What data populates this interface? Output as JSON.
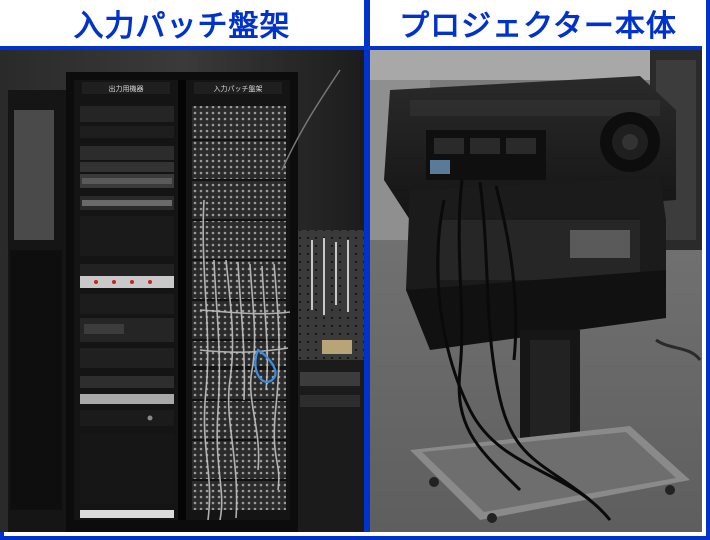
{
  "panels": [
    {
      "title": "入力パッチ盤架",
      "rack_label_left": "出力用機器",
      "rack_label_right": "入力パッチ盤架"
    },
    {
      "title": "プロジェクター本体"
    }
  ],
  "colors": {
    "accent": "#0033cc"
  }
}
